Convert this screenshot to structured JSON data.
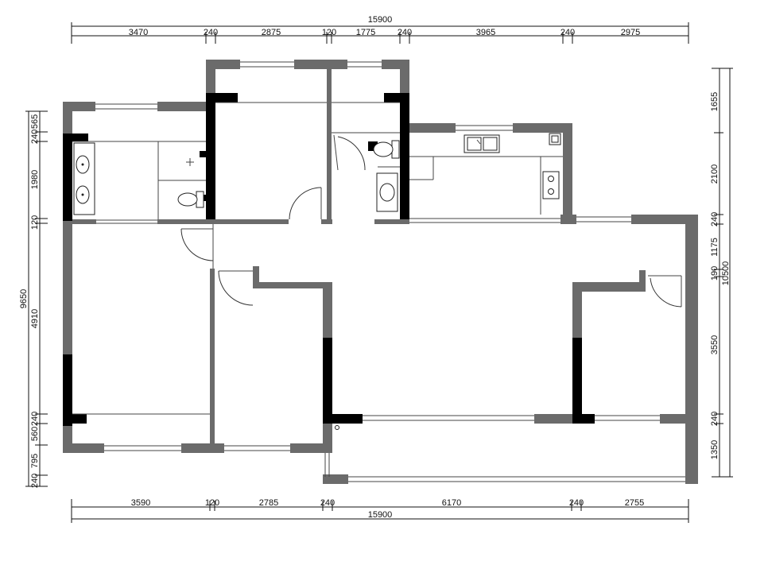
{
  "dimensions": {
    "top_total": "15900",
    "top_segments": [
      "3470",
      "240",
      "2875",
      "120",
      "1775",
      "240",
      "3965",
      "240",
      "2975"
    ],
    "bottom_total": "15900",
    "bottom_segments": [
      "3590",
      "120",
      "2785",
      "240",
      "6170",
      "240",
      "2755"
    ],
    "left_total": "9650",
    "left_segments": [
      "240",
      "565",
      "1980",
      "120",
      "4910",
      "560",
      "240",
      "795",
      "240"
    ],
    "right_total": "10500",
    "right_segments": [
      "1655",
      "2100",
      "240",
      "1175",
      "190",
      "3550",
      "240",
      "1350"
    ]
  }
}
